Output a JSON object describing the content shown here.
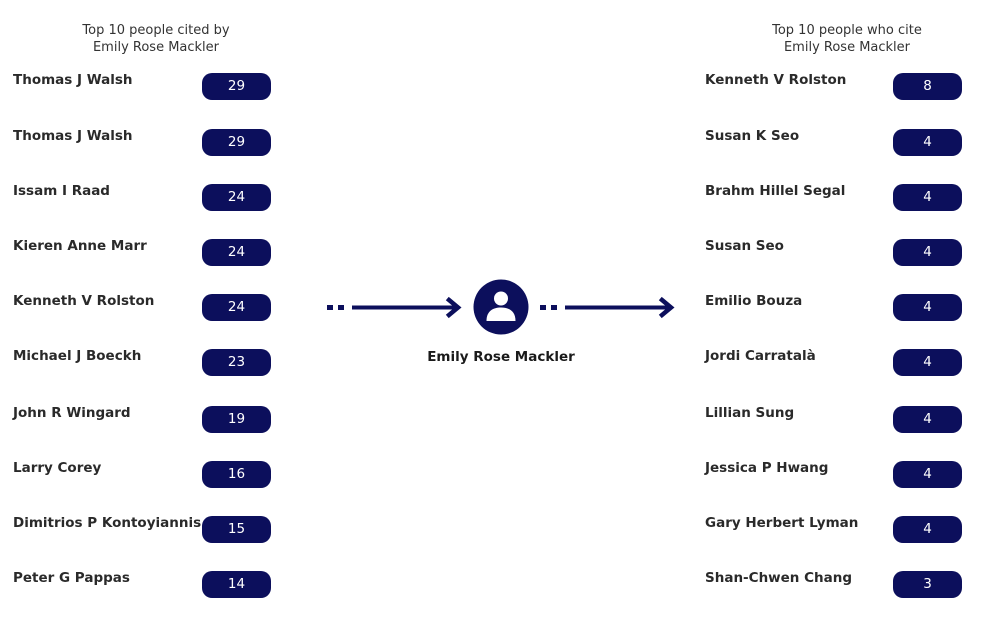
{
  "left_title": [
    "Top 10 people cited by",
    "Emily Rose Mackler"
  ],
  "right_title": [
    "Top 10 people who cite",
    "Emily Rose Mackler"
  ],
  "center_name": "Emily Rose Mackler",
  "colors": {
    "pill": "#0c0f5c",
    "pill_text": "#ffffff",
    "arrow": "#0c0f5c"
  },
  "icons": {
    "center": "user-avatar-icon",
    "incoming": "dotted-arrow-right-icon",
    "outgoing": "dotted-arrow-right-icon"
  },
  "cited_by": [
    {
      "name": "Thomas J Walsh",
      "count": "29"
    },
    {
      "name": "Thomas J Walsh",
      "count": "29"
    },
    {
      "name": "Issam I Raad",
      "count": "24"
    },
    {
      "name": "Kieren Anne Marr",
      "count": "24"
    },
    {
      "name": "Kenneth V Rolston",
      "count": "24"
    },
    {
      "name": "Michael J Boeckh",
      "count": "23"
    },
    {
      "name": "John R Wingard",
      "count": "19"
    },
    {
      "name": "Larry Corey",
      "count": "16"
    },
    {
      "name": "Dimitrios P Kontoyiannis",
      "count": "15"
    },
    {
      "name": "Peter G Pappas",
      "count": "14"
    }
  ],
  "citing": [
    {
      "name": "Kenneth V Rolston",
      "count": "8"
    },
    {
      "name": "Susan K Seo",
      "count": "4"
    },
    {
      "name": "Brahm Hillel Segal",
      "count": "4"
    },
    {
      "name": "Susan Seo",
      "count": "4"
    },
    {
      "name": "Emilio Bouza",
      "count": "4"
    },
    {
      "name": "Jordi Carratalà",
      "count": "4"
    },
    {
      "name": "Lillian Sung",
      "count": "4"
    },
    {
      "name": "Jessica P Hwang",
      "count": "4"
    },
    {
      "name": "Gary Herbert Lyman",
      "count": "4"
    },
    {
      "name": "Shan-Chwen Chang",
      "count": "3"
    }
  ]
}
